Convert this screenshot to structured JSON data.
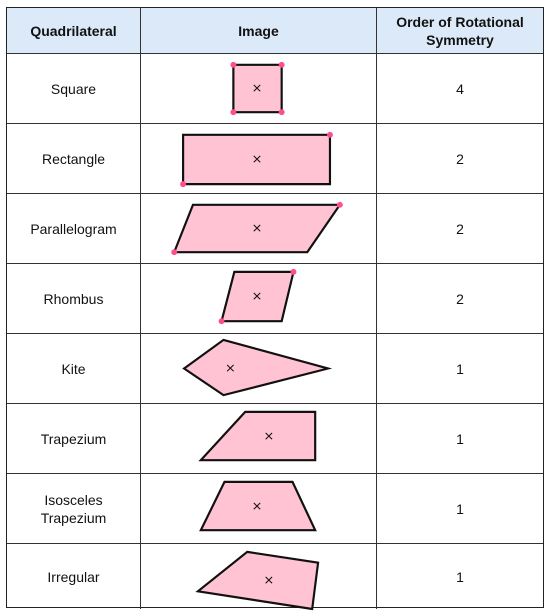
{
  "table": {
    "headers": [
      "Quadrilateral",
      "Image",
      "Order of Rotational\nSymmetry"
    ],
    "rows": [
      {
        "name": "Square",
        "order": "4",
        "icon": "square-shape"
      },
      {
        "name": "Rectangle",
        "order": "2",
        "icon": "rectangle-shape"
      },
      {
        "name": "Parallelogram",
        "order": "2",
        "icon": "parallelogram-shape"
      },
      {
        "name": "Rhombus",
        "order": "2",
        "icon": "rhombus-shape"
      },
      {
        "name": "Kite",
        "order": "1",
        "icon": "kite-shape"
      },
      {
        "name": "Trapezium",
        "order": "1",
        "icon": "trapezium-shape"
      },
      {
        "name": "Isosceles\nTrapezium",
        "order": "1",
        "icon": "isosceles-trapezium-shape"
      },
      {
        "name": "Irregular",
        "order": "1",
        "icon": "irregular-shape"
      }
    ]
  },
  "colors": {
    "header_bg": "#dce9f9",
    "shape_fill": "#ffc3d3",
    "shape_stroke": "#111111",
    "vertex_dot": "#ff4d8d"
  }
}
